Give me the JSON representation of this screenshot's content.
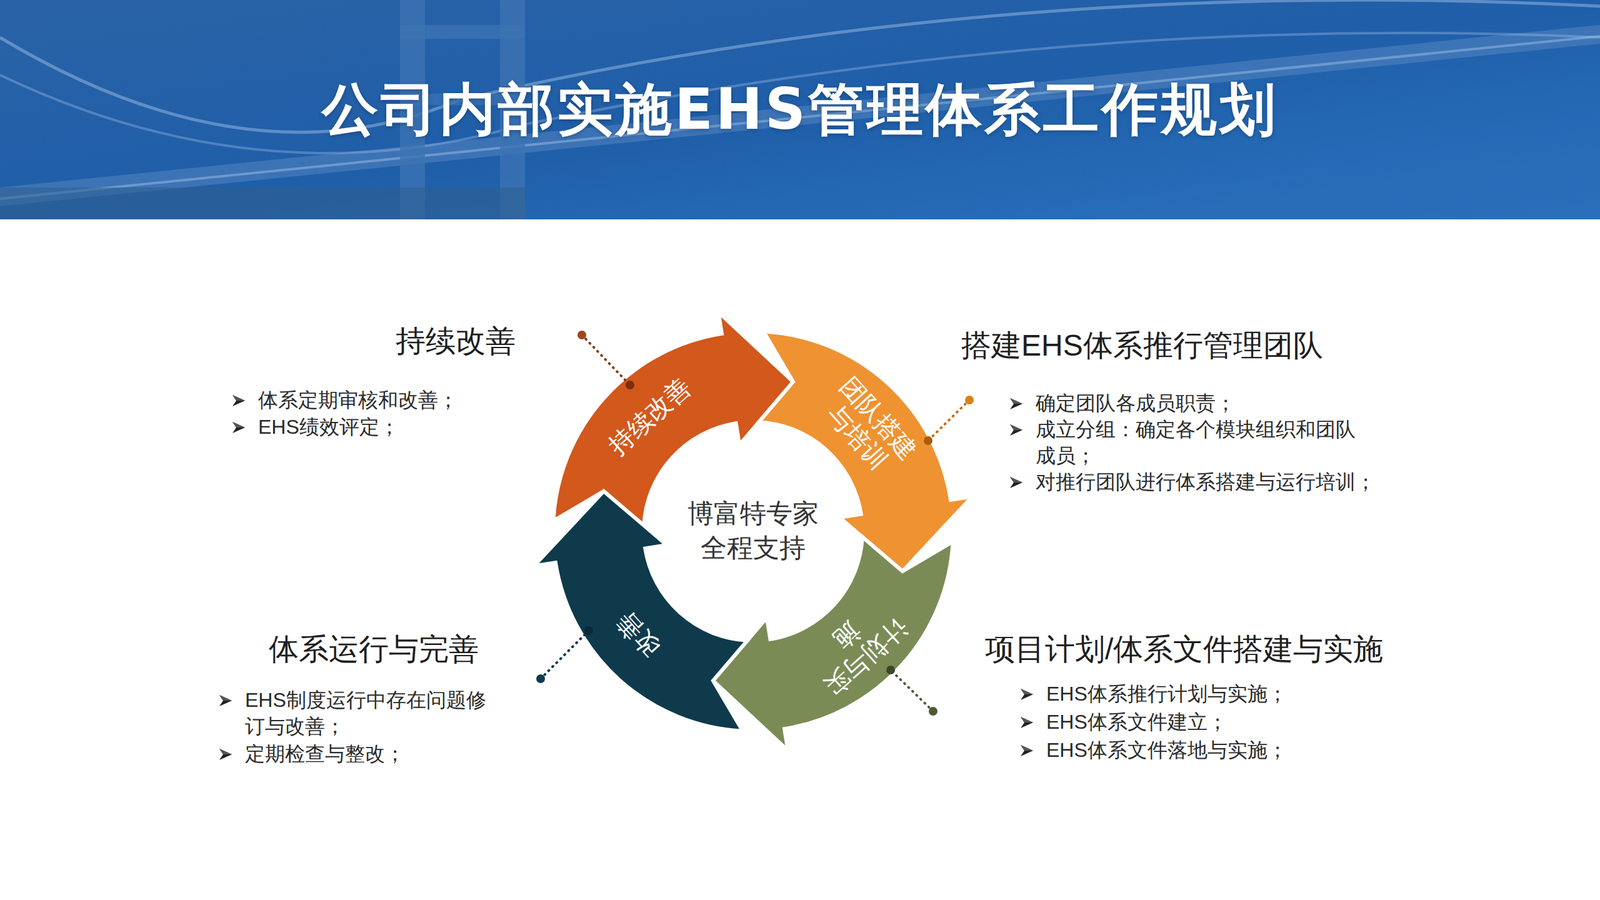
{
  "diagram": {
    "title": "公司内部实施EHS管理体系工作规划",
    "nodes": [
      {
        "text": [
          "持续改善"
        ]
      },
      {
        "text": [
          "团队搭建 与培训"
        ]
      },
      {
        "text": [
          "计划与实 施"
        ]
      },
      {
        "text": [
          "改善"
        ]
      }
    ],
    "labels": [
      "博富特专家 全程支持",
      "持续改善",
      "体系定期审核和改善；",
      "EHS绩效评定；",
      "搭建EHS体系推行管理团队",
      "确定团队各成员职责；",
      "成立分组：确定各个模块组织和团队 成员；",
      "对推行团队进行体系搭建与运行培训；",
      "项目计划/体系文件搭建与实施",
      "EHS体系推行计划与实施；",
      "EHS体系文件建立；",
      "EHS体系文件落地与实施；",
      "体系运行与完善",
      "EHS制度运行中存在问题修 订与改善；",
      "定期检查与整改；"
    ]
  }
}
